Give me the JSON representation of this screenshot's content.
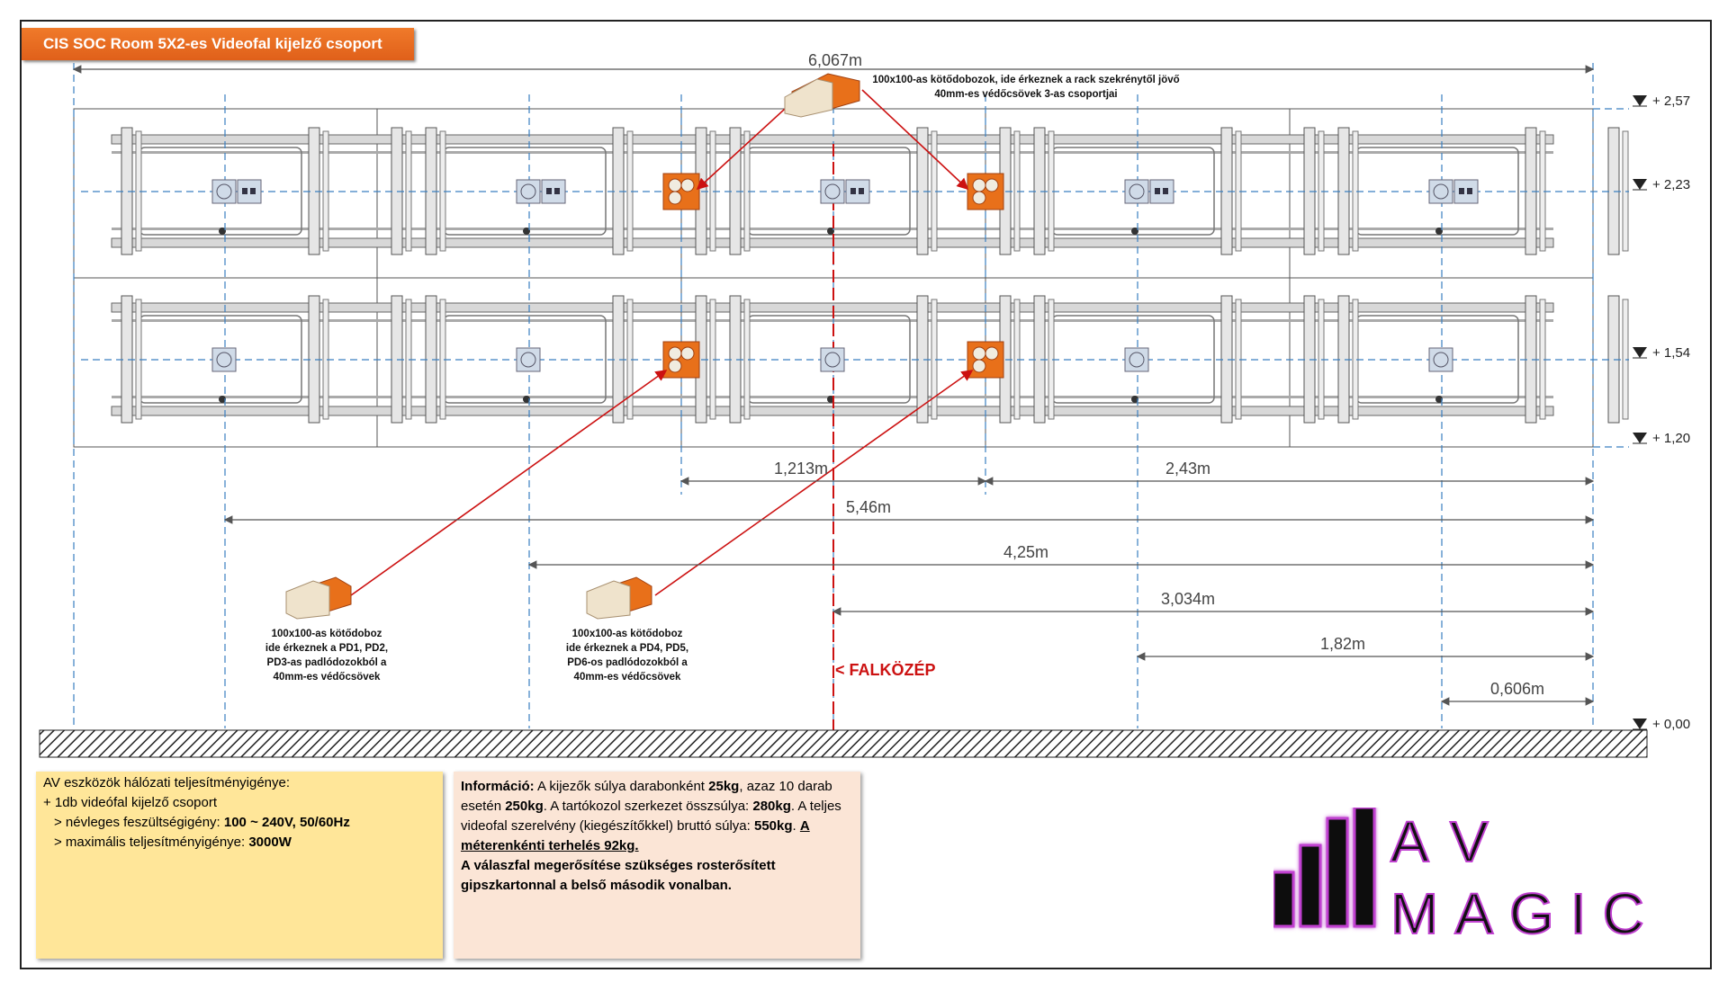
{
  "header": {
    "title": "CIS SOC Room 5X2-es Videofal kijelző csoport"
  },
  "dimensions": {
    "total_width": "6,067m",
    "d1": "1,213m",
    "d2": "2,43m",
    "d3": "5,46m",
    "d4": "4,25m",
    "d5": "3,034m",
    "d6": "1,82m",
    "d7": "0,606m"
  },
  "levels": [
    "+ 2,57",
    "+ 2,23",
    "+ 1,54",
    "+ 1,20",
    "+ 0,00"
  ],
  "annotations": {
    "top_box_line1": "100x100-as kötődobozok, ide érkeznek a rack szekrénytől jövő",
    "top_box_line2": "40mm-es védőcsövek 3-as csoportjai",
    "left_box": [
      "100x100-as kötődoboz",
      "ide érkeznek a PD1, PD2,",
      "PD3-as padlódozokból a",
      "40mm-es védőcsövek"
    ],
    "mid_box": [
      "100x100-as kötődoboz",
      "ide érkeznek a PD4, PD5,",
      "PD6-os padlódozokból a",
      "40mm-es védőcsövek"
    ],
    "wall_center": "< FALKÖZÉP"
  },
  "power_box": {
    "line1": "AV eszközök hálózati teljesítményigénye:",
    "line2": "+ 1db videófal kijelző csoport",
    "line3_label": "> névleges feszültségigény: ",
    "line3_value": "100 ~ 240V, 50/60Hz",
    "line4_label": "> maximális teljesítményigénye: ",
    "line4_value": "3000W"
  },
  "info_box": {
    "label": "Információ:",
    "t1": " A kijezők súlya darabonként ",
    "v1": "25kg",
    "t2": ", azaz 10 darab esetén ",
    "v2": "250kg",
    "t3": ". A tartókozol szerkezet összsúlya: ",
    "v3": "280kg",
    "t4": ". A teljes videofal szerelvény (kiegészítőkkel) bruttó súlya: ",
    "v4": "550kg",
    "t5": ". ",
    "v5": "A méterenkénti terhelés 92kg.",
    "bold_end": "A válaszfal megerősítése szükséges rosterősített gipszkartonnal a belső második vonalban."
  },
  "logo": {
    "line1": "AV",
    "line2": "MAGIC",
    "accent": "#c040d0"
  },
  "colors": {
    "orange": "#e8701a",
    "red_line": "#cc1111",
    "dim_blue": "#3a7fc0"
  }
}
